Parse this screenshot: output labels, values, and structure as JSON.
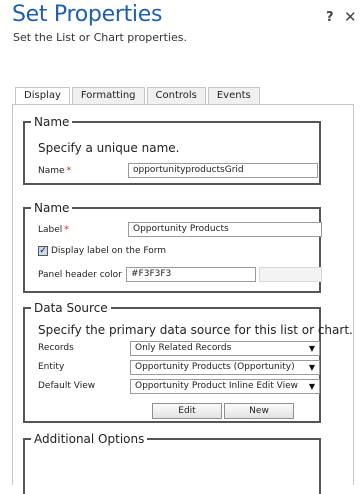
{
  "header": {
    "title": "Set Properties",
    "subtitle": "Set the List or Chart properties.",
    "help_label": "?",
    "close_label": "✕"
  },
  "tabs": [
    {
      "label": "Display",
      "active": true
    },
    {
      "label": "Formatting",
      "active": false
    },
    {
      "label": "Controls",
      "active": false
    },
    {
      "label": "Events",
      "active": false
    }
  ],
  "name_section": {
    "legend": "Name",
    "description": "Specify a unique name.",
    "name_label": "Name",
    "required_mark": "*",
    "name_value": "opportunityproductsGrid"
  },
  "panel_section": {
    "legend": "Name",
    "label_label": "Label",
    "required_mark": "*",
    "label_value": "Opportunity Products",
    "checkbox_label": "Display label on the Form",
    "checkbox_checked": true,
    "checkbox_mark": "✓",
    "header_color_label": "Panel header color",
    "header_color_value": "#F3F3F3",
    "swatch_color": "#F3F3F3"
  },
  "data_source": {
    "legend": "Data Source",
    "description": "Specify the primary data source for this list or chart.",
    "records_label": "Records",
    "records_value": "Only Related Records",
    "entity_label": "Entity",
    "entity_value": "Opportunity Products (Opportunity)",
    "default_view_label": "Default View",
    "default_view_value": "Opportunity Product Inline Edit View",
    "dropdown_glyph": "▼",
    "edit_label": "Edit",
    "new_label": "New"
  },
  "additional": {
    "legend": "Additional Options"
  },
  "colors": {
    "title": "#1f5fa8",
    "required": "#dd1111"
  }
}
